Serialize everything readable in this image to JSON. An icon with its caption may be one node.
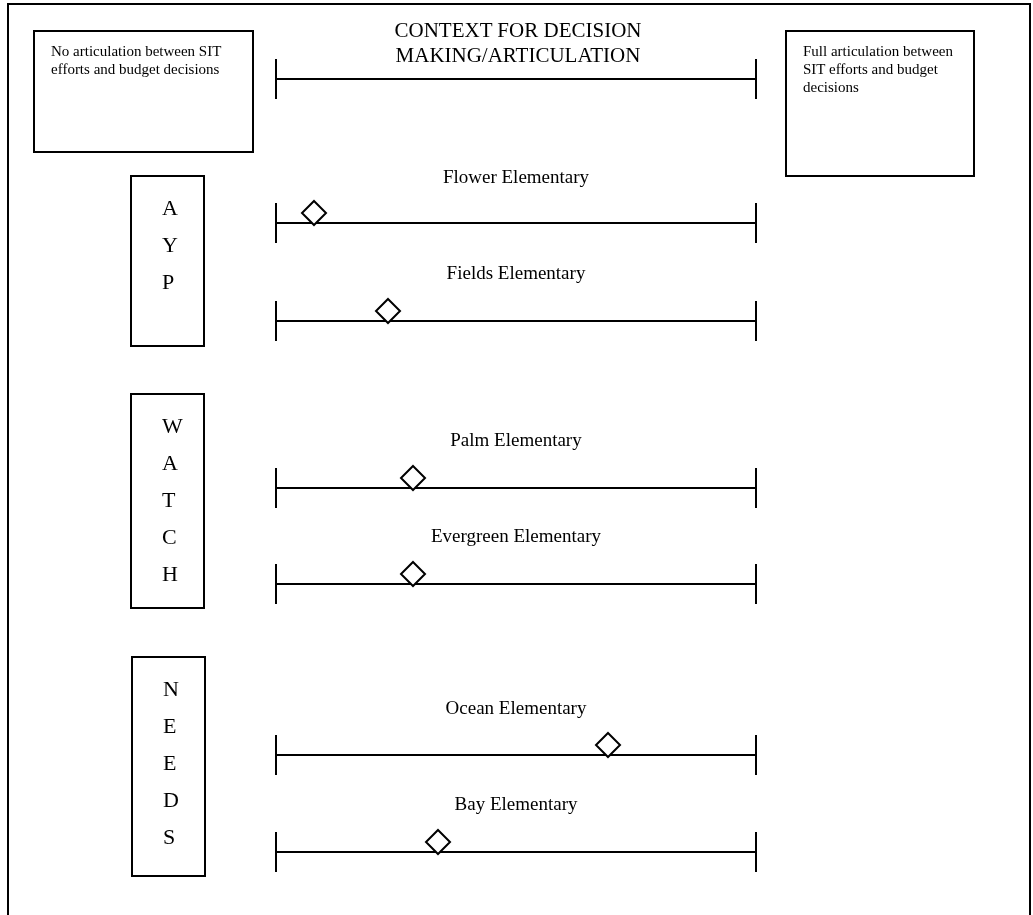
{
  "diagram": {
    "title": "CONTEXT FOR DECISION MAKING/ARTICULATION",
    "nodes": [
      {
        "text": [
          "No articulation between SIT efforts and budget decisions"
        ]
      },
      {
        "text": [
          "Full articulation between SIT efforts and budget decisions"
        ]
      },
      {
        "text": [
          "AYP"
        ]
      },
      {
        "text": [
          "WATCH"
        ]
      },
      {
        "text": [
          "NEEDS"
        ]
      }
    ],
    "labels": [
      "Flower Elementary",
      "Fields Elementary",
      "Palm Elementary",
      "Evergreen Elementary",
      "Ocean Elementary",
      "Bay Elementary"
    ]
  }
}
